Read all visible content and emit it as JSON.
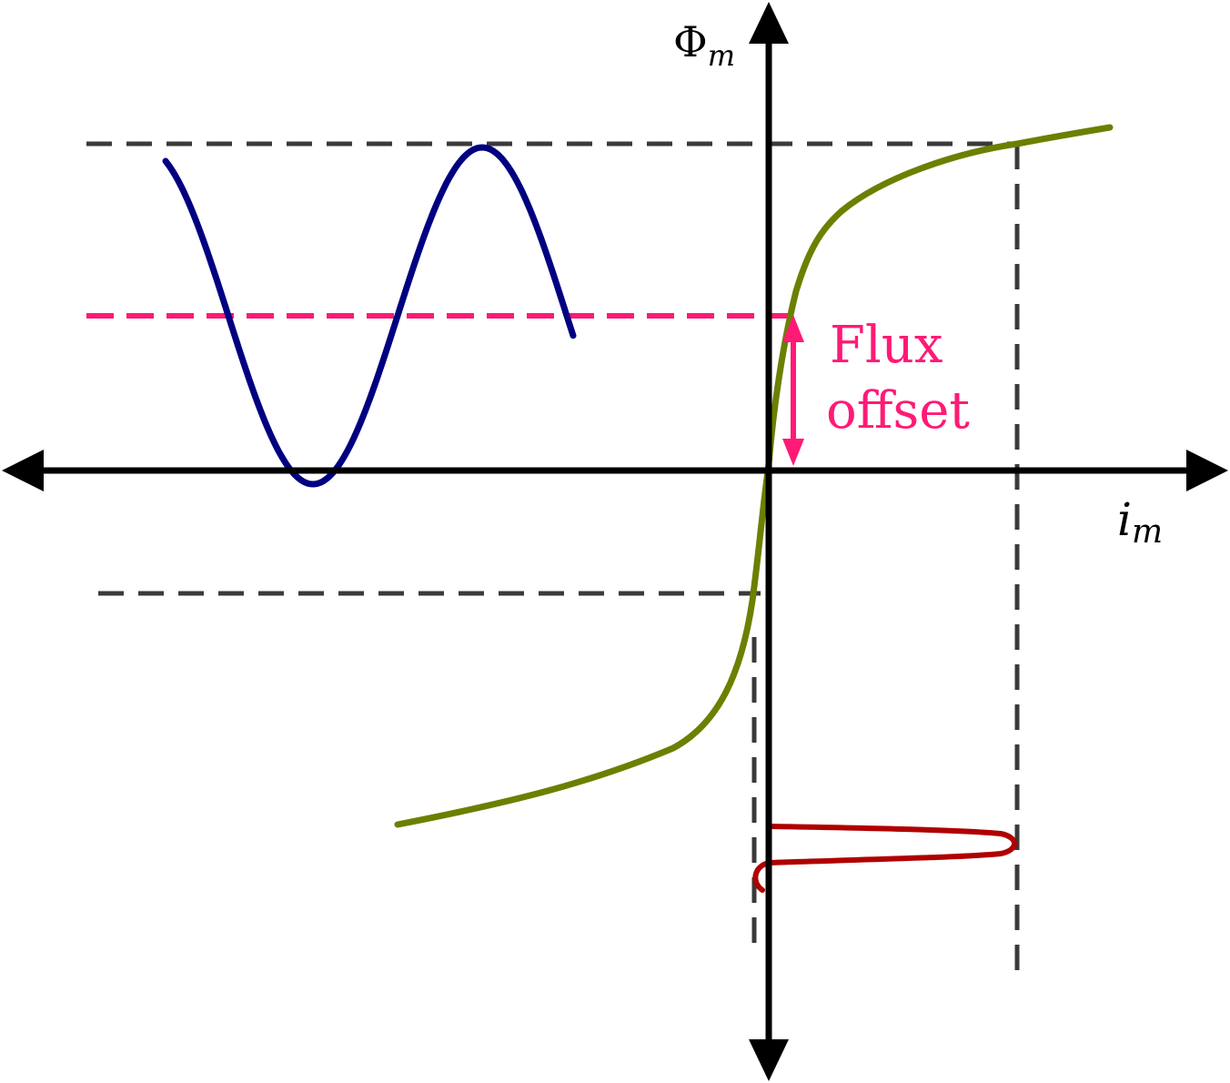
{
  "diagram": {
    "axes": {
      "y_symbol": "Φ",
      "y_subscript": "m",
      "x_symbol": "i",
      "x_subscript": "m"
    },
    "annotation": {
      "line1": "Flux",
      "line2": "offset",
      "color": "#ff1a75"
    },
    "colors": {
      "flux_waveform": "#000080",
      "magnetization_curve": "#6b8000",
      "current_waveform": "#b00000",
      "guide_lines": "#3a3a3a",
      "axes": "#000000"
    }
  }
}
